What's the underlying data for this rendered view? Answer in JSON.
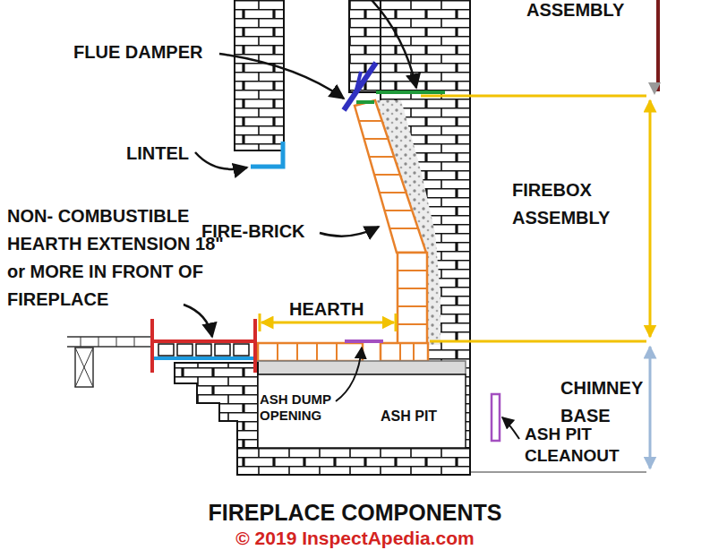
{
  "diagram": {
    "title": "FIREPLACE COMPONENTS",
    "labels": [
      "ASSEMBLY",
      "FLUE DAMPER",
      "LINTEL",
      "FIREBOX ASSEMBLY",
      "FIRE-BRICK",
      "NON- COMBUSTIBLE HEARTH EXTENSION 18\" or MORE IN FRONT OF FIREPLACE",
      "HEARTH",
      "CHIMNEY BASE",
      "ASH DUMP OPENING",
      "ASH PIT",
      "ASH PIT CLEANOUT",
      "© 2019 InspectApedia.com"
    ]
  }
}
